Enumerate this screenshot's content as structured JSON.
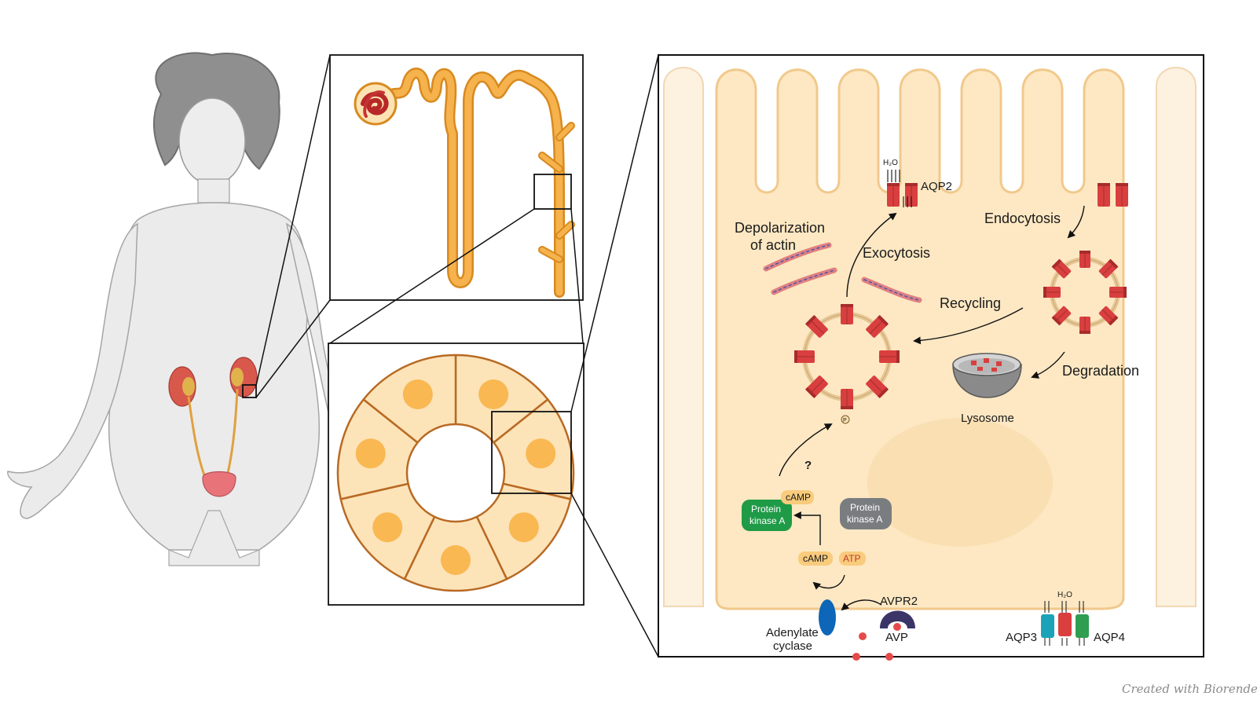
{
  "colors": {
    "tubule_orange": "#f3a93c",
    "tubule_outline": "#d88a1f",
    "cell_fill": "#fde3b8",
    "cell_outline": "#b86a24",
    "nucleus": "#f9b852",
    "cytoplasm": "#fde8c3",
    "aqp2_red": "#d93f3f",
    "aqp3_teal": "#1aa3b8",
    "aqp4_green": "#2e9e50",
    "adenylate_blue": "#0d66b8",
    "avpr2_purple": "#3a3566",
    "pka_active": "#1f9a46",
    "pka_inactive": "#7a7d80",
    "camp_pill": "#f9cb7c",
    "glomerulus": "#b82828",
    "body_gray": "#e8e8e8"
  },
  "labels": {
    "h2o_top": "H₂O",
    "aqp2": "AQP2",
    "endocytosis": "Endocytosis",
    "depolarization_line1": "Depolarization",
    "depolarization_line2": "of actin",
    "exocytosis": "Exocytosis",
    "recycling": "Recycling",
    "degradation": "Degradation",
    "lysosome": "Lysosome",
    "question": "?",
    "phospho": "P",
    "pka_active_line1": "Protein",
    "pka_active_line2": "kinase A",
    "pka_inactive_line1": "Protein",
    "pka_inactive_line2": "kinase A",
    "camp_top": "cAMP",
    "camp_bottom": "cAMP",
    "atp": "ATP",
    "avpr2": "AVPR2",
    "avp": "AVP",
    "adenylate_line1": "Adenylate",
    "adenylate_line2": "cyclase",
    "h2o_bottom": "H₂O",
    "aqp3": "AQP3",
    "aqp4": "AQP4",
    "credit": "Created with Biorender"
  },
  "icons": {
    "human": "human-figure-icon",
    "kidney": "kidney-icon",
    "nephron": "nephron-icon",
    "lysosome": "lysosome-bowl-icon",
    "aquaporin": "aquaporin-channel-icon"
  }
}
